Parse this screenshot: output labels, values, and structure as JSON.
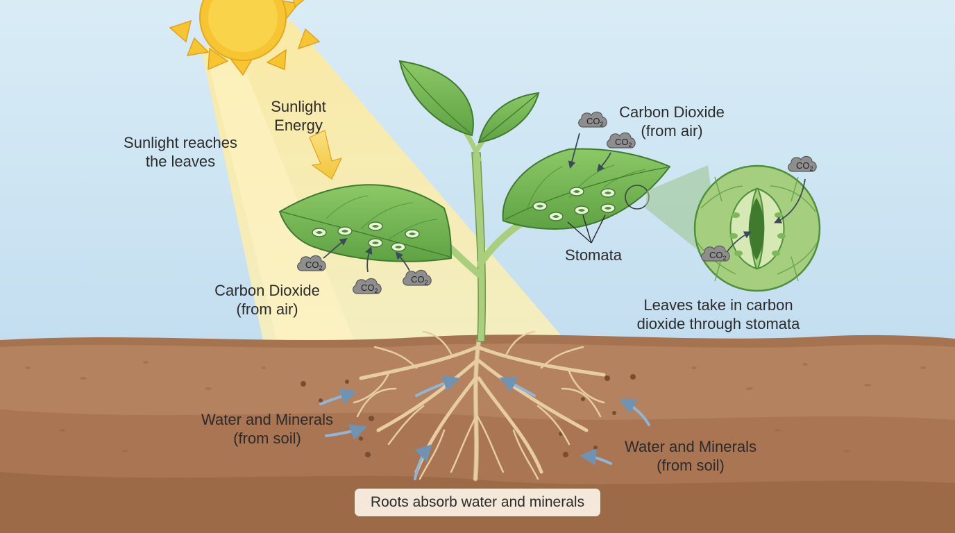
{
  "labels": {
    "sunlight_energy": [
      "Sunlight",
      "Energy"
    ],
    "sunlight_reaches": [
      "Sunlight reaches",
      "the leaves"
    ],
    "co2_left": [
      "Carbon Dioxide",
      "(from air)"
    ],
    "co2_right": [
      "Carbon Dioxide",
      "(from air)"
    ],
    "stomata": "Stomata",
    "leaves_take": [
      "Leaves take in carbon",
      "dioxide through stomata"
    ],
    "water_left": [
      "Water and Minerals",
      "(from soil)"
    ],
    "water_right": [
      "Water and Minerals",
      "(from soil)"
    ],
    "roots_caption": "Roots absorb water and minerals"
  },
  "co2_badge": {
    "main": "CO",
    "sub": "2"
  },
  "colors": {
    "sky": "#cfe6f2",
    "sun": "#f7c531",
    "sun_ray": "#f9e79a",
    "leaf": "#7fbf5b",
    "leaf_dark": "#4e8f3a",
    "stem": "#a9cf7c",
    "soil_top": "#a5734f",
    "soil_mid": "#b58463",
    "soil_deep": "#9b6a49",
    "root": "#e7cfa6",
    "arrow_blue": "#8fb6d9",
    "co2_cloud": "#8c8c8c"
  }
}
